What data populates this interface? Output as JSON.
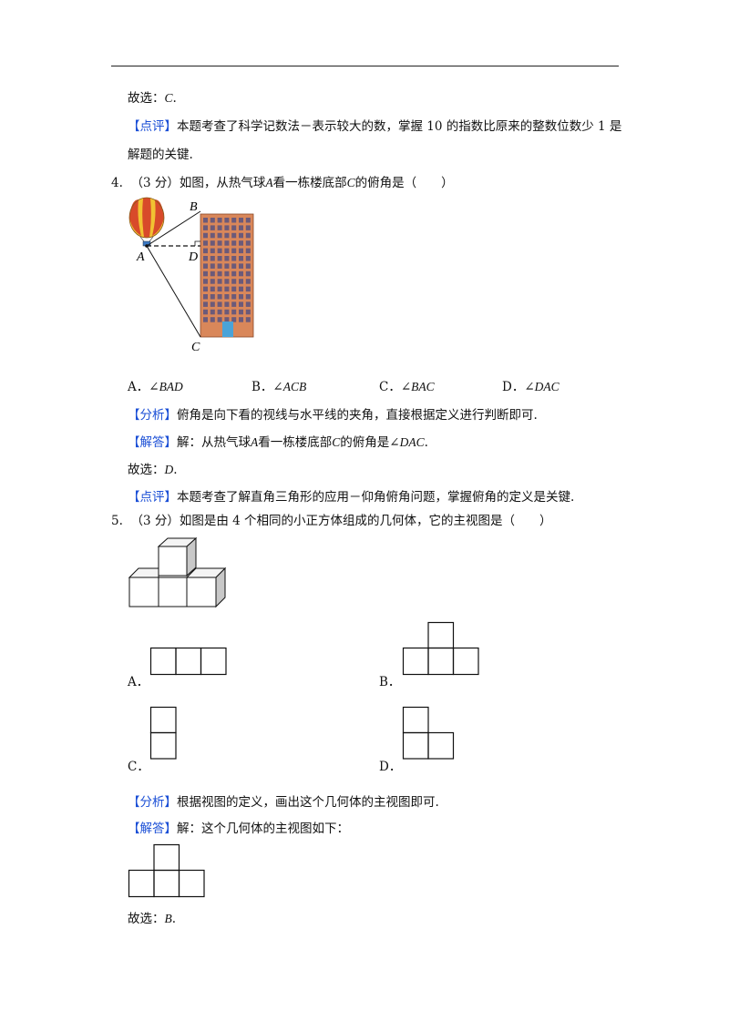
{
  "q3_tail": {
    "answer_prefix": "故选：",
    "answer_letter": "C",
    "answer_suffix": ".",
    "comment_tag": "【点评】",
    "comment_line1": "本题考查了科学记数法－表示较大的数，掌握 10 的指数比原来的整数位数少 1 是",
    "comment_line2": "解题的关键."
  },
  "q4": {
    "number": "4.",
    "stem_a": "（3 分）如图，从热气球",
    "stem_var_a": "A",
    "stem_b": "看一栋楼底部",
    "stem_var_c": "C",
    "stem_c": "的俯角是（　　）",
    "figure_labels": {
      "A": "A",
      "B": "B",
      "C": "C",
      "D": "D"
    },
    "options": [
      {
        "letter": "A．",
        "angle": "∠",
        "value": "BAD"
      },
      {
        "letter": "B．",
        "angle": "∠",
        "value": "ACB"
      },
      {
        "letter": "C．",
        "angle": "∠",
        "value": "BAC"
      },
      {
        "letter": "D．",
        "angle": "∠",
        "value": "DAC"
      }
    ],
    "analysis_tag": "【分析】",
    "analysis": "俯角是向下看的视线与水平线的夹角，直接根据定义进行判断即可.",
    "solution_tag": "【解答】",
    "solution_a": "解：从热气球",
    "solution_var_a": "A",
    "solution_b": "看一栋楼底部",
    "solution_var_c": "C",
    "solution_c": "的俯角是∠",
    "solution_var_dac": "DAC",
    "solution_d": ".",
    "answer_prefix": "故选：",
    "answer_letter": "D",
    "answer_suffix": ".",
    "comment_tag": "【点评】",
    "comment": "本题考查了解直角三角形的应用－仰角俯角问题，掌握俯角的定义是关键."
  },
  "q5": {
    "number": "5.",
    "stem": "（3 分）如图是由 4 个相同的小正方体组成的几何体，它的主视图是（　　）",
    "option_letters": [
      "A．",
      "B．",
      "C．",
      "D．"
    ],
    "analysis_tag": "【分析】",
    "analysis": "根据视图的定义，画出这个几何体的主视图即可.",
    "solution_tag": "【解答】",
    "solution": "解：这个几何体的主视图如下：",
    "answer_prefix": "故选：",
    "answer_letter": "B",
    "answer_suffix": "."
  },
  "colors": {
    "tag_blue": "#1b4fd6",
    "building": "#d9875a",
    "balloon_red": "#d84a2a",
    "balloon_yellow": "#f1c232"
  }
}
